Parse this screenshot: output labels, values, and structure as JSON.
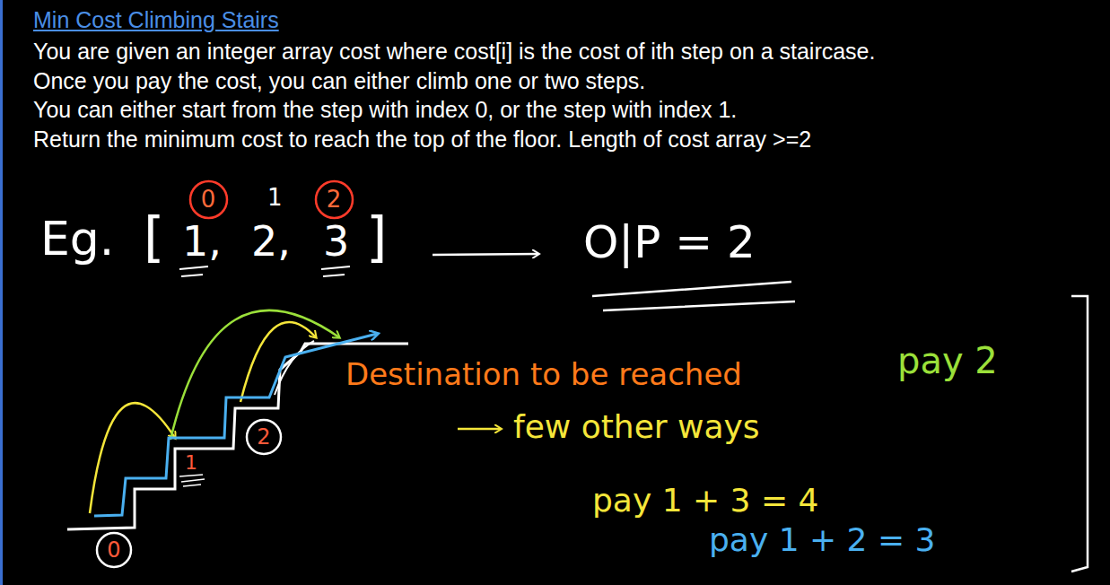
{
  "diagram": {
    "title": "Min Cost Climbing Stairs",
    "nodes": [
      {
        "text": [
          "0"
        ]
      },
      {
        "text": [
          "2"
        ]
      },
      {
        "text": [
          "2"
        ]
      },
      {
        "text": [
          "0"
        ]
      }
    ],
    "labels": [
      "You are given an integer array cost where cost[i] is the cost of ith step on a staircase.",
      "Once you pay the cost, you can either climb one or two steps.",
      "You can either start from the step with index 0, or the step with index 1.",
      "Return the minimum cost to reach the top of the floor. Length of cost array >=2",
      "Eg.",
      "1",
      "[",
      "1,",
      "2,",
      "3",
      "]",
      "O|P = 2",
      "Destination to be reached",
      "pay 2",
      "few other ways",
      "pay 1 + 3 = 4",
      "pay 1 + 2 = 3",
      "1"
    ]
  }
}
